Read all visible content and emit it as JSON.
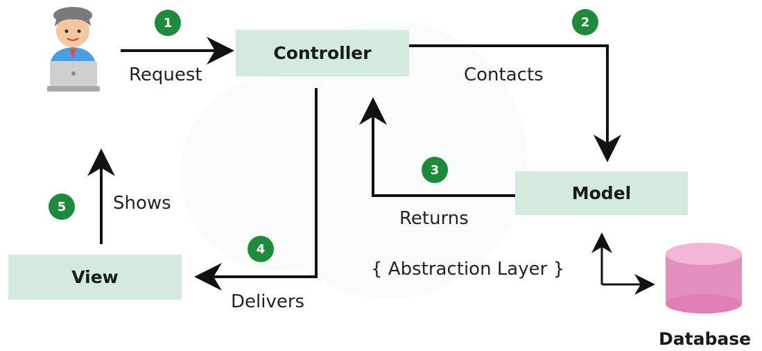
{
  "nodes": {
    "controller": "Controller",
    "model": "Model",
    "view": "View",
    "database": "Database"
  },
  "edges": {
    "request": "Request",
    "contacts": "Contacts",
    "returns": "Returns",
    "delivers": "Delivers",
    "shows": "Shows",
    "abstraction": "{ Abstraction Layer }"
  },
  "steps": [
    "1",
    "2",
    "3",
    "4",
    "5"
  ],
  "colors": {
    "box_fill": "#d3eadd",
    "badge_green": "#1e8a3c",
    "arrow": "#111111",
    "database_pink": "#e58fbf"
  }
}
